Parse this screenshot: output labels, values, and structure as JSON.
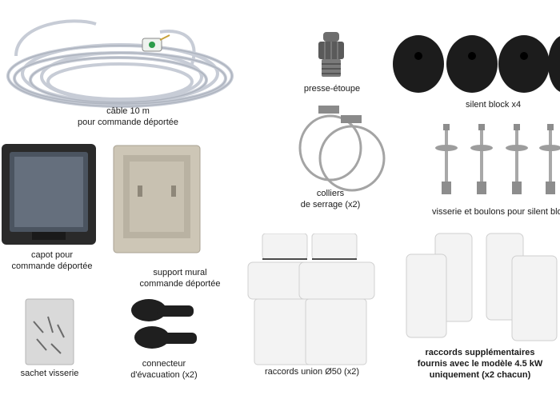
{
  "items": {
    "cable": {
      "line1": "câble 10 m",
      "line2": "pour commande déportée"
    },
    "gland": {
      "line1": "presse-étoupe"
    },
    "silent": {
      "line1": "silent block  x4"
    },
    "cover": {
      "line1": "capot pour",
      "line2": "commande déportée"
    },
    "support": {
      "line1": "support mural",
      "line2": "commande déportée"
    },
    "clamps": {
      "line1": "colliers",
      "line2": "de serrage (x2)"
    },
    "bolts": {
      "line1": "visserie et boulons pour silent block"
    },
    "screws": {
      "line1": "sachet visserie"
    },
    "drain": {
      "line1": "connecteur",
      "line2": "d'évacuation (x2)"
    },
    "unions": {
      "line1": "raccords union Ø50 (x2)"
    },
    "extra": {
      "line1": "raccords supplémentaires",
      "line2": "fournis avec le modèle 4.5 kW",
      "line3": "uniquement (x2 chacun)"
    }
  },
  "colors": {
    "cable": "#c9ced8",
    "rubber": "#1c1c1c",
    "beige": "#cdc6b6",
    "pvc": "#f2f2f2",
    "steel": "#9a9a9a"
  }
}
